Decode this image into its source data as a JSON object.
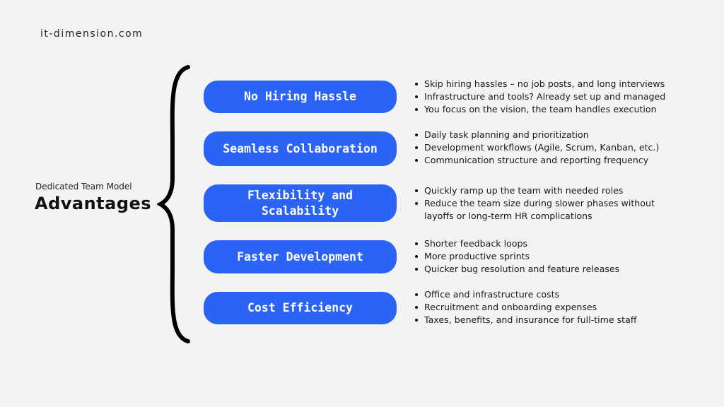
{
  "brand": "it-dimension.com",
  "subtitle": "Dedicated Team Model",
  "title": "Advantages",
  "colors": {
    "pill": "#2b63f4",
    "background": "#f3f3f3",
    "brace": "#000000"
  },
  "advantages": [
    {
      "label": "No Hiring Hassle",
      "points": [
        "Skip hiring hassles – no job posts, and long interviews",
        "Infrastructure and tools? Already set up and managed",
        "You focus on the vision, the team handles execution"
      ]
    },
    {
      "label": "Seamless Collaboration",
      "points": [
        "Daily task planning and prioritization",
        "Development workflows (Agile, Scrum, Kanban, etc.)",
        "Communication structure and reporting frequency"
      ]
    },
    {
      "label": "Flexibility and Scalability",
      "points": [
        "Quickly ramp up the team with needed roles",
        "Reduce the team size during slower phases without layoffs or long-term HR complications"
      ]
    },
    {
      "label": "Faster Development",
      "points": [
        "Shorter feedback loops",
        "More productive sprints",
        "Quicker bug resolution and feature releases"
      ]
    },
    {
      "label": "Cost Efficiency",
      "points": [
        "Office and infrastructure costs",
        "Recruitment and onboarding expenses",
        "Taxes, benefits, and insurance for full-time staff"
      ]
    }
  ]
}
